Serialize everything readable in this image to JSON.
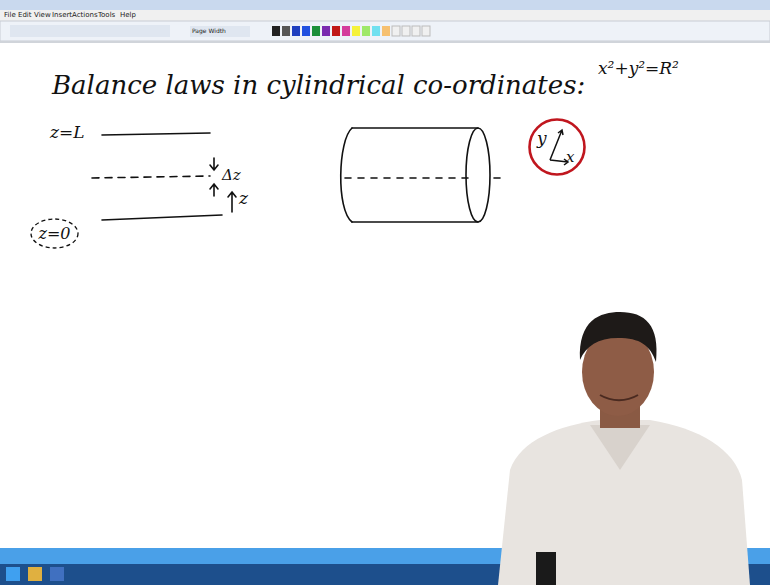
{
  "diagram": {
    "title": "Balance laws in cylindrical co-ordinates:",
    "nodes": [
      {
        "text": [
          "y",
          "x"
        ]
      },
      {
        "text": [
          "z=0"
        ]
      }
    ],
    "labels": [
      "File",
      "Edit",
      "View",
      "Insert",
      "Actions",
      "Tools",
      "Help",
      "Page Width",
      "z=L",
      "Δz",
      "z",
      "x²+y²=R²"
    ]
  }
}
